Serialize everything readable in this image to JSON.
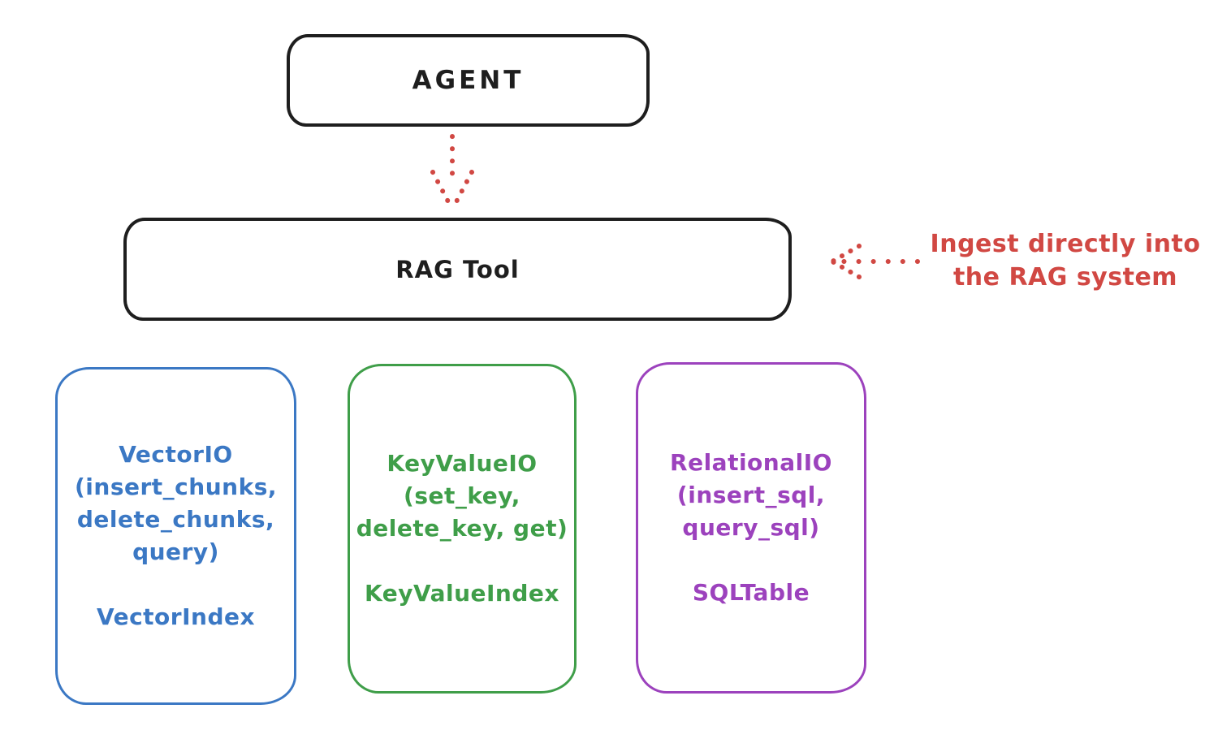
{
  "colors": {
    "stroke_black": "#1e1e1e",
    "accent_red": "#d14843",
    "accent_blue": "#3b78c4",
    "accent_green": "#3f9e49",
    "accent_purple": "#9c42bd"
  },
  "agent_box": {
    "label": "AGENT"
  },
  "rag_tool_box": {
    "label": "RAG Tool"
  },
  "annotation": {
    "line1": "Ingest directly into",
    "line2": "the RAG system"
  },
  "storage_boxes": [
    {
      "name": "vector-io",
      "color": "#3b78c4",
      "io_text": "VectorIO\n(insert_chunks,\ndelete_chunks,\nquery)",
      "index_text": "VectorIndex"
    },
    {
      "name": "keyvalue-io",
      "color": "#3f9e49",
      "io_text": "KeyValueIO\n(set_key,\ndelete_key, get)",
      "index_text": "KeyValueIndex"
    },
    {
      "name": "relational-io",
      "color": "#9c42bd",
      "io_text": "RelationalIO\n(insert_sql,\nquery_sql)",
      "index_text": "SQLTable"
    }
  ]
}
